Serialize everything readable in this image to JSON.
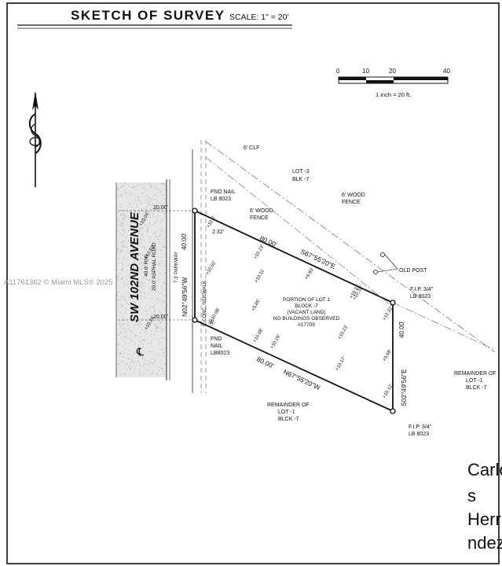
{
  "header": {
    "title": "SKETCH OF SURVEY",
    "scale": "SCALE: 1\" = 20'"
  },
  "scalebar": {
    "ticks": [
      "0",
      "10",
      "20",
      "40"
    ],
    "caption": "1 inch = 20 ft."
  },
  "street": {
    "name": "SW 102ND AVENUE",
    "rw": "40.0' R/W",
    "road": "20.0' ASPHAL ROAD",
    "centerline": "℄"
  },
  "labels": {
    "clf": "6' CLF",
    "lot3": "LOT -3",
    "blk7_top": "BLK -7",
    "wood_fence_right": "6' WOOD",
    "wood_fence_right2": "FENCE",
    "wood_fence_left": "6' WOOD",
    "wood_fence_left2": "FENCE",
    "fnd_nail_top": "FND NAIL",
    "lb_top": "LB 8023",
    "fnd_nail_bottom1": "FND",
    "fnd_nail_bottom2": "NAIL",
    "fnd_nail_bottom3": "LB8023",
    "parkway": "7.3' PARKWAY",
    "sidewalk": "5' CONC. SIDEWALK",
    "old_post": "OLD POST",
    "fip_top1": "F.I.P. 3/4\"",
    "fip_top2": "LB 8023",
    "fip_bottom1": "F.I.P. 3/4\"",
    "fip_bottom2": "LB 8023",
    "rem_right1": "REMAINDER OF",
    "rem_right2": "LOT -1",
    "rem_right3": "BLCK -7",
    "rem_bottom1": "REMAINDER OF",
    "rem_bottom2": "LOT -1",
    "rem_bottom3": "BLCK -7",
    "lot_desc1": "PORTION OF LOT 1",
    "lot_desc2": "BLOCK -7",
    "lot_desc3": "(VACANT LAND)",
    "lot_desc4": "NO BUILDINGS OBSERVED",
    "lot_desc5": "#17709",
    "dim_top_20": "20.00'",
    "dim_bottom_20": "20.00'",
    "dim_232": "2.32'",
    "dim_west_40": "40.00'",
    "dim_east_40": "40.00'",
    "dim_north_80": "80.00'",
    "dim_south_80": "80.00'",
    "bearing_north": "S67°55'20\"E",
    "bearing_south": "N67°55'20\"W",
    "bearing_west": "N02°49'56\"W",
    "bearing_east": "S02°49'56\"E"
  },
  "elevations": [
    "10.04'",
    "10.63'",
    "10.24'",
    "10.0'",
    "10.02'",
    "10.08'",
    "10.23'",
    "10.11'",
    "9.83'",
    "9.85'",
    "10.32'",
    "10.31'",
    "10.32'",
    "10.08'",
    "10.29'",
    "10.23'",
    "10.17'",
    "9.68'",
    "10.12'"
  ],
  "watermark": "A11761362 © Miami MLS® 2025",
  "side_text": [
    "Carlo",
    "s",
    "Herr",
    "ndez"
  ]
}
